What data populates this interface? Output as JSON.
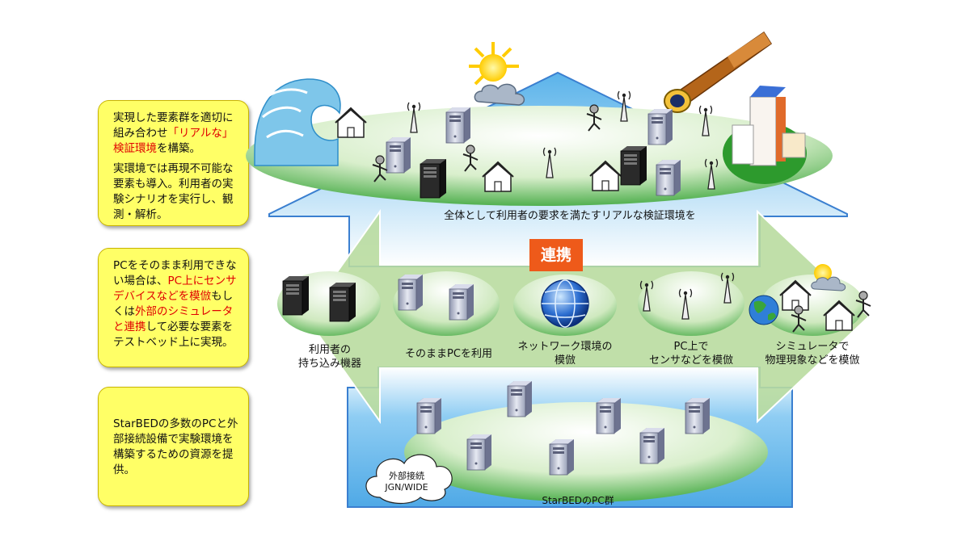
{
  "boxes": [
    {
      "p1_pre": "実現した要素群を適切に組み合わせ",
      "p1_red": "「リアルな」検証環境",
      "p1_post": "を構築。",
      "p2": "実環境では再現不可能な要素も導入。利用者の実験シナリオを実行し、観測・解析。"
    },
    {
      "pre": "PCをそのまま利用できない場合は、",
      "red1": "PC上にセンサデバイスなどを模倣",
      "mid": "もしくは",
      "red2": "外部のシミュレータと連携",
      "post": "して必要な要素をテストベッド上に実現。"
    },
    {
      "text": "StarBEDの多数のPCと外部接続設備で実験環境を構築するための資源を提供。"
    }
  ],
  "top_caption": "全体として利用者の要求を満たすリアルな検証環境を",
  "badge": "連携",
  "middle_labels": [
    "利用者の\n持ち込み機器",
    "そのままPCを利用",
    "ネットワーク環境の\n模倣",
    "PC上で\nセンサなどを模倣",
    "シミュレータで\n物理現象などを模倣"
  ],
  "cloud_label": "外部接続\nJGN/WIDE",
  "bottom_caption": "StarBEDのPC群",
  "colors": {
    "note_fill": "#ffff66",
    "ellipse_green": "#3aa53a",
    "sky_blue": "#5ab3ea",
    "arrow_green": "#b9dca0",
    "badge_orange": "#ee5a1a",
    "highlight_red": "#e00000"
  }
}
